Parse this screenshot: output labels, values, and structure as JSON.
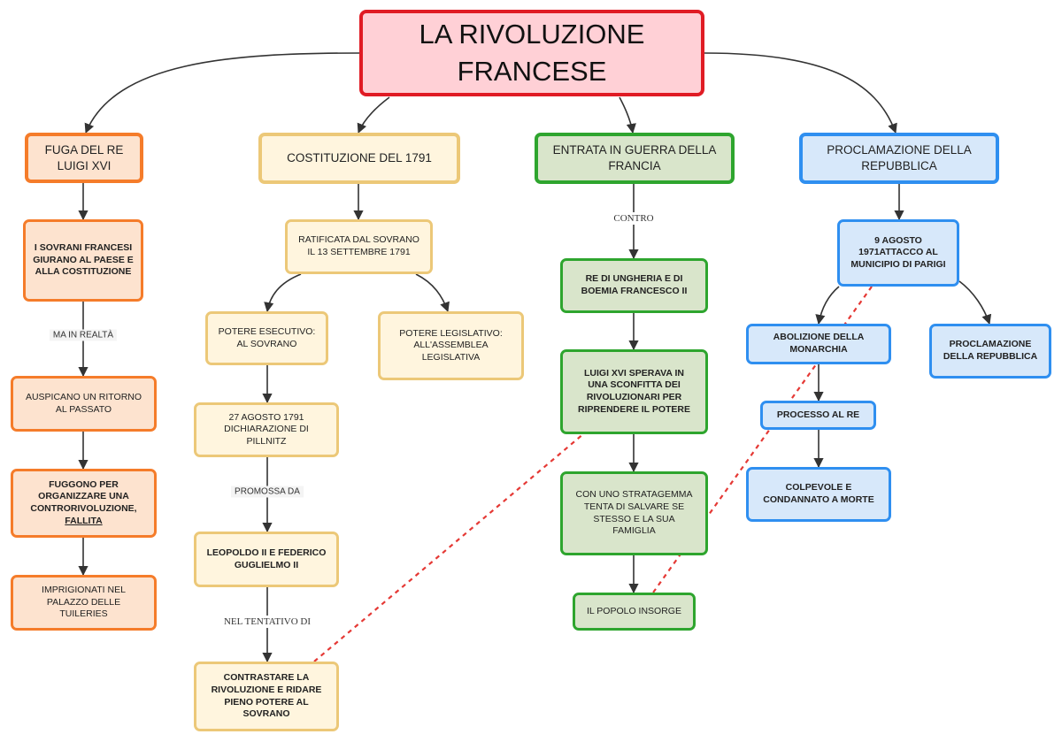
{
  "title": "LA RIVOLUZIONE\nFRANCESE",
  "branches": {
    "fuga": "FUGA DEL RE\nLUIGI XVI",
    "costituzione": "COSTITUZIONE DEL 1791",
    "guerra": "ENTRATA IN GUERRA DELLA\nFRANCIA",
    "repubblica": "PROCLAMAZIONE DELLA\nREPUBBLICA"
  },
  "fuga_nodes": {
    "giurano": "I SOVRANI FRANCESI\nGIURANO AL PAESE E\nALLA COSTITUZIONE",
    "auspicano": "AUSPICANO UN RITORNO\nAL PASSATO",
    "fuggono_a": "FUGGONO PER\nORGANIZZARE UNA\nCONTRORIVOLUZIONE,",
    "fuggono_b": "FALLITA",
    "imprigionati": "IMPRIGIONATI NEL\nPALAZZO DELLE\nTUILERIES"
  },
  "costituzione_nodes": {
    "ratificata": "RATIFICATA DAL SOVRANO\nIL 13 SETTEMBRE 1791",
    "esecutivo": "POTERE ESECUTIVO:\nAL SOVRANO",
    "legislativo": "POTERE LEGISLATIVO:\nALL'ASSEMBLEA\nLEGISLATIVA",
    "pillnitz": "27 AGOSTO 1791\nDICHIARAZIONE DI\nPILLNITZ",
    "leopoldo": "LEOPOLDO II E FEDERICO\nGUGLIELMO II",
    "contrastare": "CONTRASTARE LA\nRIVOLUZIONE E RIDARE\nPIENO POTERE AL\nSOVRANO"
  },
  "guerra_nodes": {
    "re_ungheria": "RE DI UNGHERIA E DI\nBOEMIA FRANCESCO II",
    "luigi_sperava": "LUIGI XVI SPERAVA IN\nUNA SCONFITTA DEI\nRIVOLUZIONARI PER\nRIPRENDERE IL POTERE",
    "stratagemma": "CON UNO STRATAGEMMA\nTENTA DI SALVARE SE\nSTESSO E LA SUA\nFAMIGLIA",
    "popolo": "IL POPOLO INSORGE"
  },
  "repubblica_nodes": {
    "agosto": "9 AGOSTO\n1971ATTACCO AL\nMUNICIPIO DI PARIGI",
    "abolizione": "ABOLIZIONE DELLA\nMONARCHIA",
    "proclamazione": "PROCLAMAZIONE\nDELLA REPUBBLICA",
    "processo": "PROCESSO AL RE",
    "colpevole": "COLPEVOLE E\nCONDANNATO A MORTE"
  },
  "edge_labels": {
    "ma_in_realta": "MA IN REALTÀ",
    "promossa_da": "PROMOSSA DA",
    "nel_tentativo_di": "NEL TENTATIVO DI",
    "contro": "CONTRO"
  },
  "colors": {
    "title_border": "#e01b24",
    "title_fill": "#ffd0d6",
    "orange_border": "#f57c2a",
    "orange_fill": "#fde3cf",
    "yellow_border": "#ecc878",
    "yellow_fill": "#fff5de",
    "green_border": "#2ea52e",
    "green_fill": "#d9e5cb",
    "blue_border": "#2f8ff0",
    "blue_fill": "#d7e8fa",
    "dashed_link": "#e53935",
    "connector": "#333333"
  }
}
